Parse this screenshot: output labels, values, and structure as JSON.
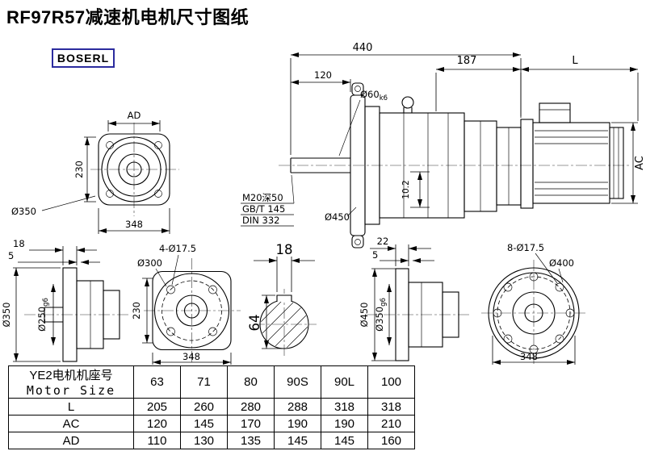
{
  "title": "RF97R57减速机电机尺寸图纸",
  "brand": "BOSERL",
  "views": {
    "flange_front_top": {
      "ad": "AD",
      "h230": "230",
      "w348": "348",
      "dia350": "Ø350"
    },
    "assembly_side": {
      "len440": "440",
      "len120": "120",
      "shaft_dia": "Ø60",
      "shaft_tol": "k6",
      "len187": "187",
      "len_l": "L",
      "dim_ac": "AC",
      "tap_note": "M20深50",
      "std_gb": "GB/T 145",
      "std_din": "DIN 332",
      "dia450": "Ø450",
      "key_depth": "10.2"
    },
    "output_left": {
      "t18": "18",
      "t5": "5",
      "dia350": "Ø350",
      "dia250": "Ø250",
      "dia250_tol": "g6"
    },
    "flange_front_mid": {
      "holes": "4-Ø17.5",
      "dia300": "Ø300",
      "h230": "230",
      "w348": "348"
    },
    "shaft_section": {
      "key_w": "18",
      "bore_h": "64"
    },
    "output_right": {
      "t22": "22",
      "t5": "5",
      "dia450": "Ø450",
      "dia350": "Ø350",
      "dia350_tol": "g6"
    },
    "flange_front_right": {
      "holes": "8-Ø17.5",
      "dia400": "Ø400",
      "w348": "348"
    }
  },
  "table": {
    "header_line1": "YE2电机机座号",
    "header_line2": "Motor Size",
    "sizes": [
      "63",
      "71",
      "80",
      "90S",
      "90L",
      "100"
    ],
    "rows": [
      {
        "label": "L",
        "values": [
          "205",
          "260",
          "280",
          "288",
          "318",
          "318"
        ]
      },
      {
        "label": "AC",
        "values": [
          "120",
          "145",
          "170",
          "190",
          "190",
          "210"
        ]
      },
      {
        "label": "AD",
        "values": [
          "110",
          "130",
          "135",
          "145",
          "145",
          "160"
        ]
      }
    ]
  }
}
